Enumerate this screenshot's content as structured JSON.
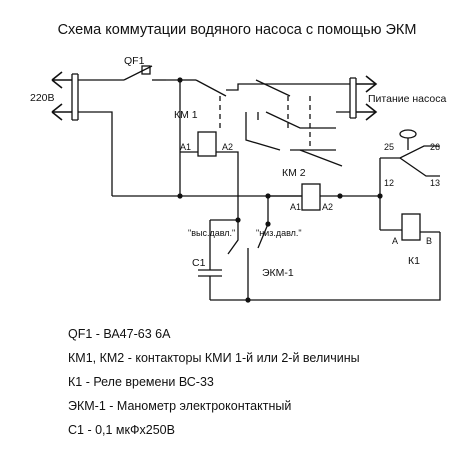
{
  "title": "Схема коммутации водяного насоса с помощью ЭКМ",
  "labels": {
    "qf1": "QF1",
    "mains": "220В",
    "pump_power": "Питание насоса",
    "km1": "КМ 1",
    "km2": "КМ 2",
    "a1": "A1",
    "a2": "A2",
    "high_pressure": "\"выс.давл.\"",
    "low_pressure": "\"низ.давл.\"",
    "c1": "C1",
    "ekm1": "ЭКМ-1",
    "t25": "25",
    "t26": "26",
    "t12": "12",
    "t13": "13",
    "relay_a": "A",
    "relay_b": "B",
    "k1": "К1"
  },
  "legend": [
    "QF1 - ВА47-63 6А",
    "КМ1, КМ2 - контакторы КМИ 1-й или 2-й величины",
    "К1 - Реле времени ВС-33",
    "ЭКМ-1 - Манометр электроконтактный",
    "С1 - 0,1 мкФх250В"
  ]
}
